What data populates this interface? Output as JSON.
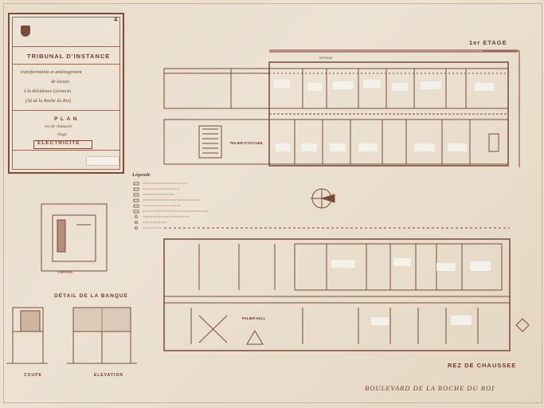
{
  "cartouche": {
    "sheet_number": "4",
    "title": "TRIBUNAL D'INSTANCE",
    "subtitle_1": "transformation et aménagement",
    "subtitle_2": "de locaux",
    "subtitle_3": "à la Résidence Gérancin",
    "subtitle_4": "(3d de la Roche du Roi)",
    "plan_label": "P L A N",
    "plan_sub_1": "rez de chaussée",
    "plan_sub_2": "étage",
    "discipline": "ELECTRICITE"
  },
  "plans": {
    "upper_label": "1er ETAGE",
    "lower_label": "REZ DE CHAUSSEE",
    "terrace": "terrasse",
    "upper_palier": "PALIER D'ACCUEIL",
    "lower_palier": "PALIER HALL",
    "street": "BOULEVARD   DE  LA  ROCHE  DU  ROI"
  },
  "legend": {
    "title": "Légende"
  },
  "detail": {
    "title": "DÉTAIL DE LA BANQUE",
    "coupe": "COUPE",
    "elevation": "ELEVATION",
    "scale_note": "contreseil"
  },
  "colors": {
    "ink": "#6b3a2c",
    "paper": "#ece2d3"
  }
}
